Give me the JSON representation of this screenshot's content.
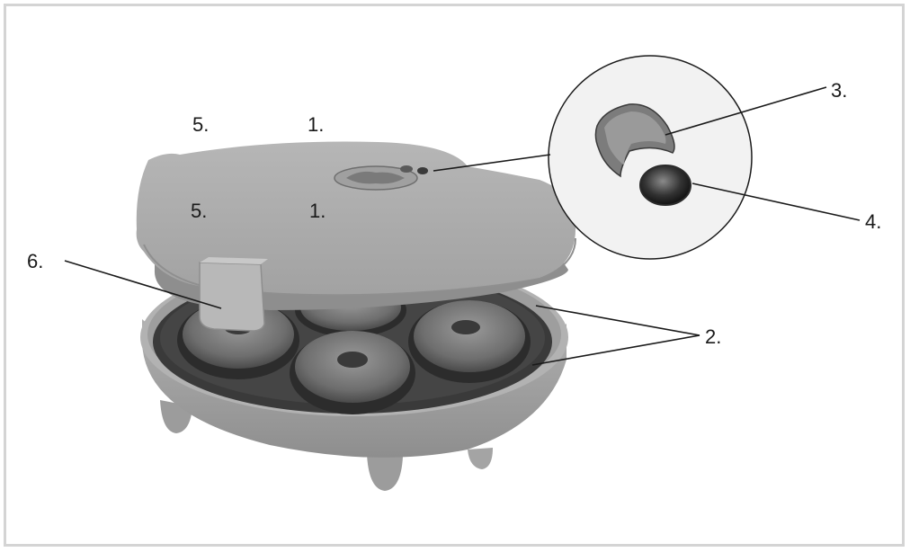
{
  "figure": {
    "callouts": [
      {
        "id": "1",
        "text": "1."
      },
      {
        "id": "2",
        "text": "2."
      },
      {
        "id": "3",
        "text": "3."
      },
      {
        "id": "4",
        "text": "4."
      },
      {
        "id": "5",
        "text": "5."
      },
      {
        "id": "6",
        "text": "6."
      }
    ],
    "colors": {
      "housing": "#a9a9a9",
      "housing_dark": "#8e8e8e",
      "housing_light": "#c2c2c2",
      "plate": "#3a3a3a",
      "donut": "#7a7a7a",
      "frame": "#d4d4d4",
      "leader": "#1a1a1a"
    }
  }
}
